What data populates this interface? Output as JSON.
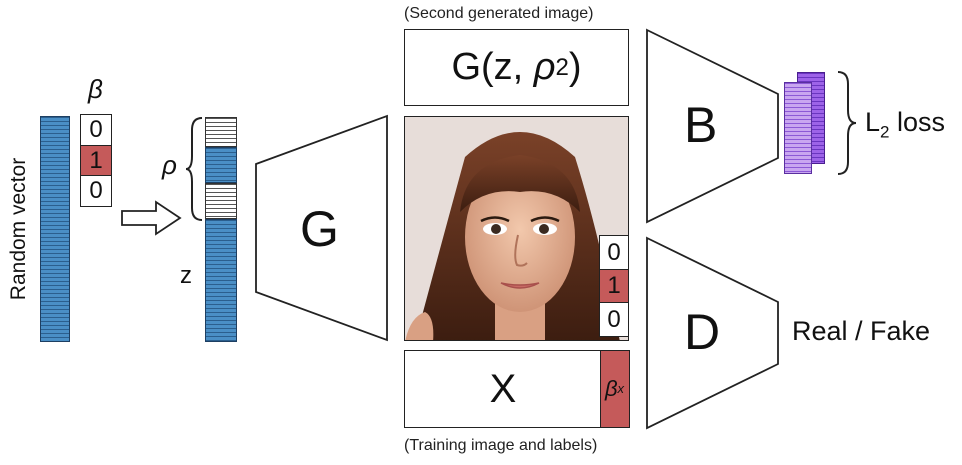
{
  "random_vector_label": "Random vector",
  "beta_label": "β",
  "beta_vector": [
    {
      "value": "0",
      "active": false
    },
    {
      "value": "1",
      "active": true
    },
    {
      "value": "0",
      "active": false
    }
  ],
  "rho_label": "ρ",
  "z_label": "z",
  "generator_label": "G",
  "second_image_caption": "(Second generated image)",
  "g_expression": {
    "prefix": "G(z, ",
    "rho": "ρ",
    "subscript": "2",
    "suffix": ")"
  },
  "image_label_vector": [
    {
      "value": "0",
      "active": false
    },
    {
      "value": "1",
      "active": true
    },
    {
      "value": "0",
      "active": false
    }
  ],
  "x_label": "X",
  "beta_x": {
    "beta": "β",
    "subscript": "x"
  },
  "training_caption": "(Training image and labels)",
  "b_label": "B",
  "d_label": "D",
  "l2_loss": {
    "prefix": "L",
    "subscript": "2",
    "suffix": " loss"
  },
  "real_fake_label": "Real / Fake",
  "colors": {
    "vector_blue": "#4a8fc6",
    "label_red": "#c55a5a",
    "feature_purple": "#9d63e8"
  }
}
